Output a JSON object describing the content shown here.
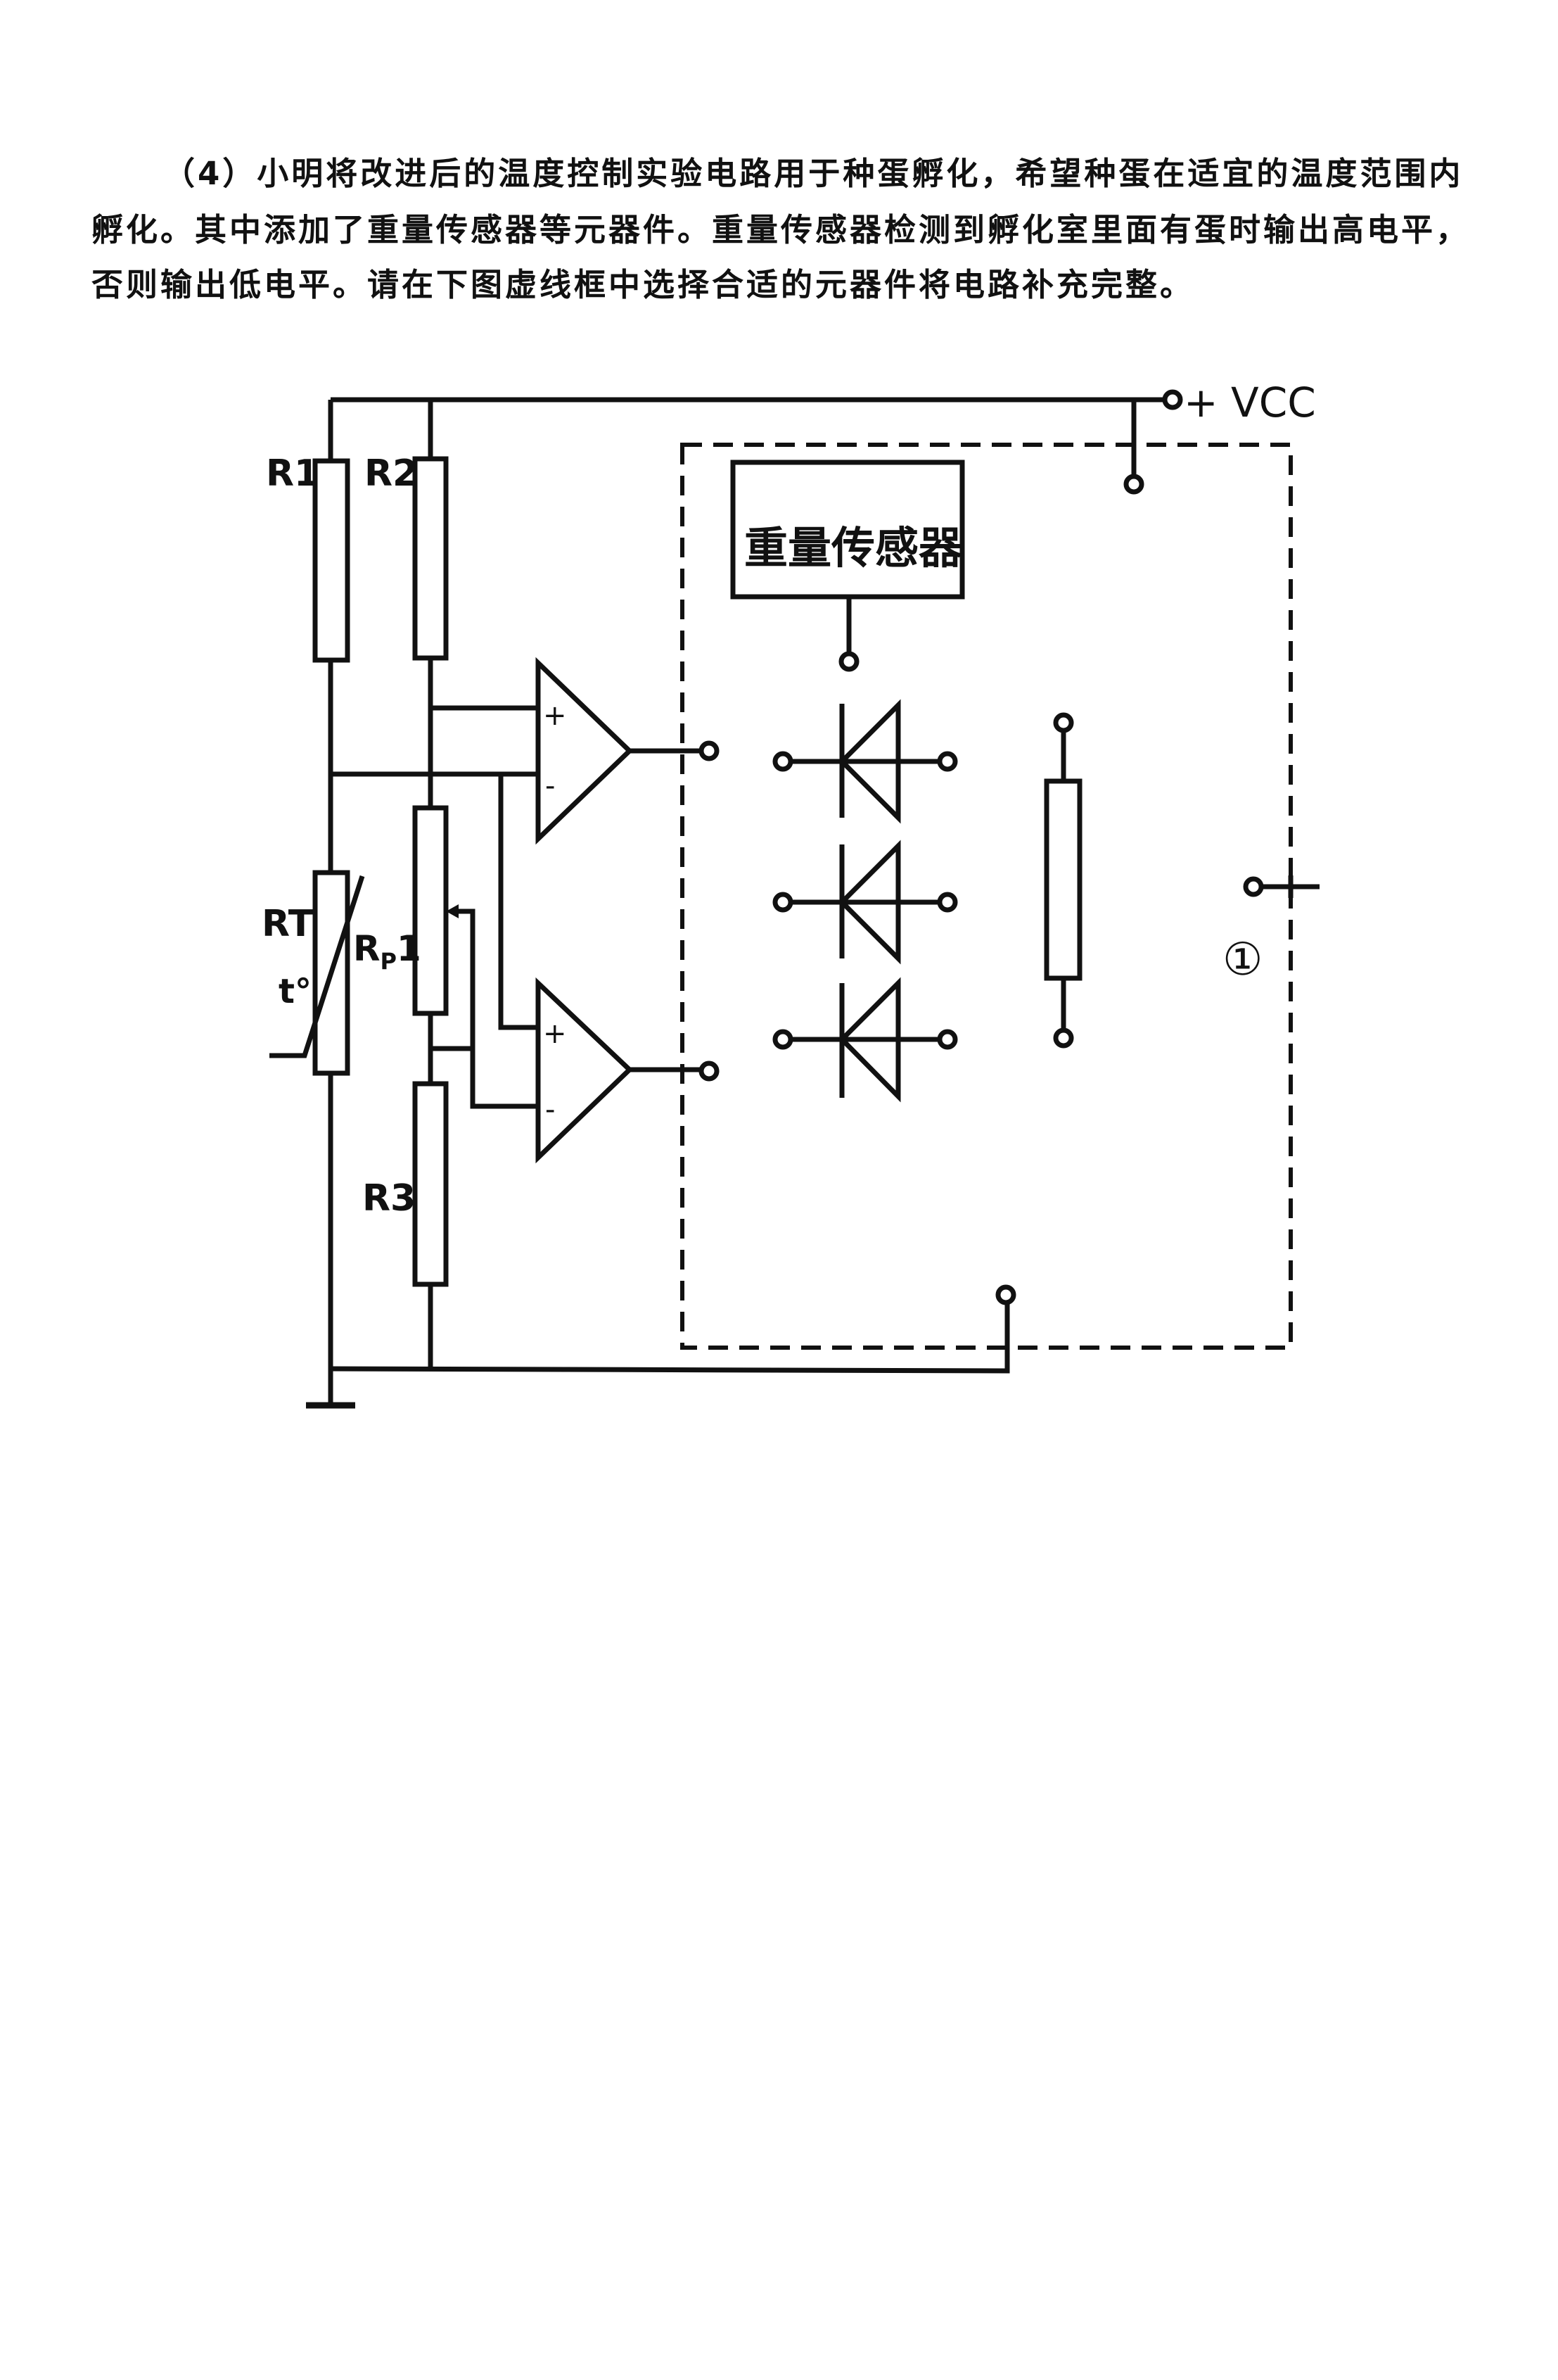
{
  "question": {
    "lines": [
      "（4）小明将改进后的温度控制实验电路用于种蛋孵化，希望种蛋在适宜的温度范围内",
      "孵化。其中添加了重量传感器等元器件。重量传感器检测到孵化室里面有蛋时输出高电平，",
      "否则输出低电平。请在下图虚线框中选择合适的元器件将电路补充完整。"
    ]
  },
  "circuit": {
    "vcc_label": "+ VCC",
    "r1_label": "R1",
    "r2_label": "R2",
    "r3_label": "R3",
    "rt_label": "RT",
    "rt_temp_label": "t°",
    "rp1_label_r": "R",
    "rp1_label_sub": "P",
    "rp1_label_num": "1",
    "sensor_label": "重量传感器",
    "plus_sign": "+",
    "minus_sign": "-",
    "switch_label": "①"
  }
}
